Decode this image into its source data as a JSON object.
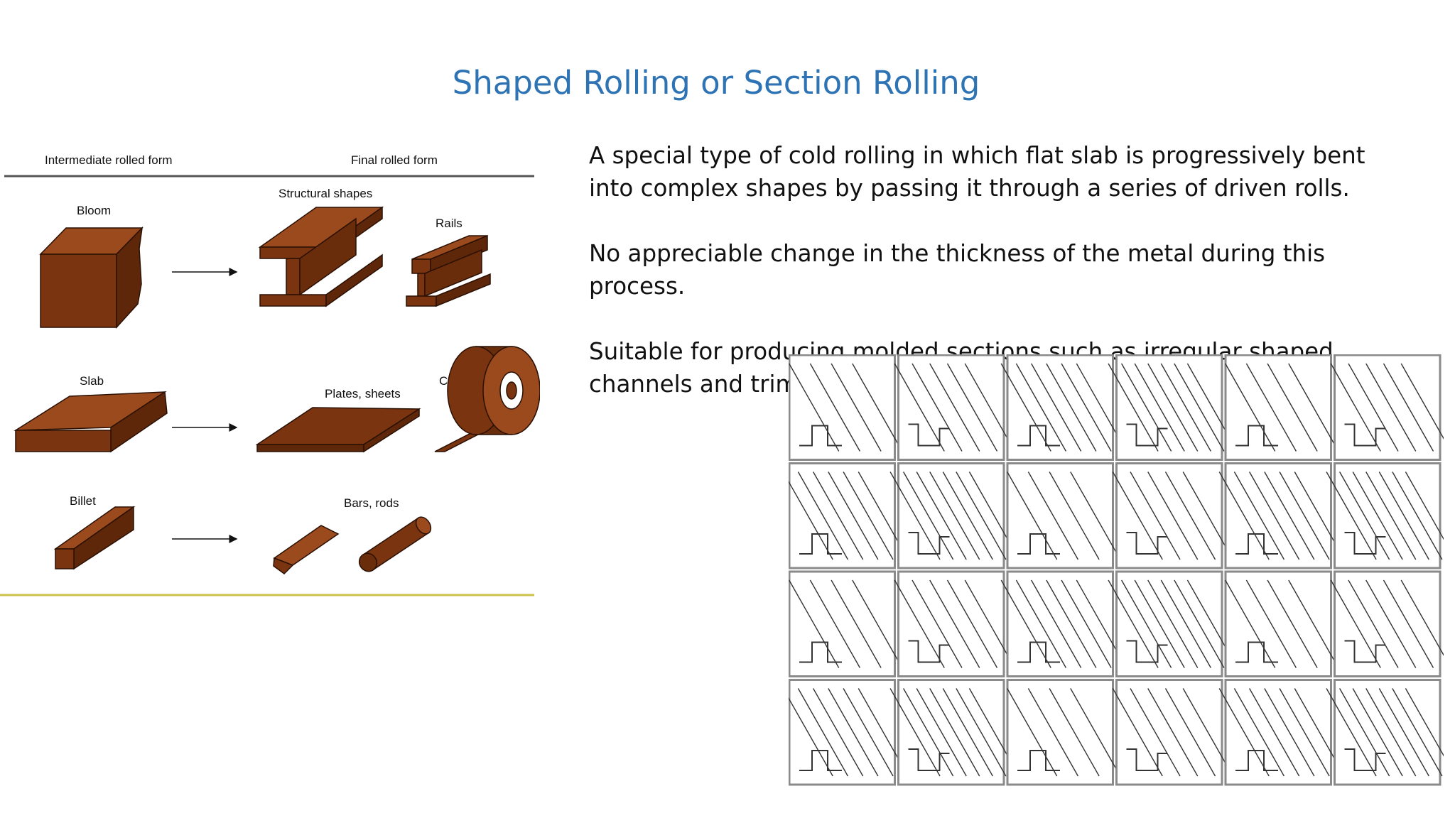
{
  "slide": {
    "title": "Shaped Rolling or Section Rolling",
    "paragraphs": [
      "A special type of cold rolling in which flat slab is progressively bent into complex shapes by passing it through a series of driven rolls.",
      "No appreciable change in the thickness of the metal during this process.",
      "Suitable for producing molded sections such as irregular shaped channels and trim."
    ]
  },
  "diagram": {
    "header_left": "Intermediate rolled form",
    "header_right": "Final rolled form",
    "labels": {
      "bloom": "Bloom",
      "structural": "Structural shapes",
      "rails": "Rails",
      "slab": "Slab",
      "plates": "Plates, sheets",
      "coils": "Coils",
      "billet": "Billet",
      "bars": "Bars, rods"
    },
    "colors": {
      "metal_front": "#7a3510",
      "metal_top": "#9a4a1c",
      "metal_side": "#5e2709",
      "rule": "#cfc24a"
    }
  },
  "profiles_grid": {
    "rows": 4,
    "cols": 6,
    "frame_color": "#8a8a8a",
    "line_color": "#333333"
  }
}
